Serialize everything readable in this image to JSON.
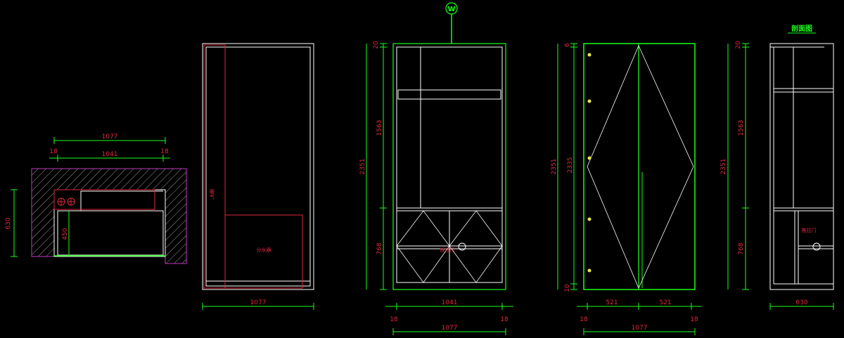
{
  "plan": {
    "dim_total": "1077",
    "dim_inner": "1041",
    "dim_left": "18",
    "dim_right": "18",
    "dim_depth": "630",
    "dim_inner_depth": "450"
  },
  "side_section": {
    "dim_width": "1077",
    "label_upper": "暖\n气",
    "label_box": "分水器"
  },
  "front_open": {
    "dim_total_height": "2351",
    "dim_top": "20",
    "dim_mid": "1563",
    "dim_bottom": "768",
    "dim_inner_width": "1041",
    "dim_left": "18",
    "dim_right": "18",
    "dim_width": "1077",
    "label_door": "推拉门",
    "axis_mark": "W"
  },
  "front_closed": {
    "dim_total_height": "2351",
    "dim_inner_height": "2335",
    "dim_top": "6",
    "dim_bottom": "10",
    "dim_door_left": "521",
    "dim_door_right": "521",
    "dim_left": "18",
    "dim_right": "18",
    "dim_width": "1077"
  },
  "right_section": {
    "title": "剖面图",
    "dim_total_height": "2351",
    "dim_top": "20",
    "dim_mid": "1563",
    "dim_bottom": "768",
    "dim_depth": "630",
    "label_door": "推拉门"
  },
  "colors": {
    "background": "#000000",
    "dimension": "#e0283c",
    "cabinet_line": "#ffffff",
    "outline_green": "#1bff1b",
    "wall_magenta": "#c23bc2",
    "hinge_yellow": "#e8e84a"
  }
}
